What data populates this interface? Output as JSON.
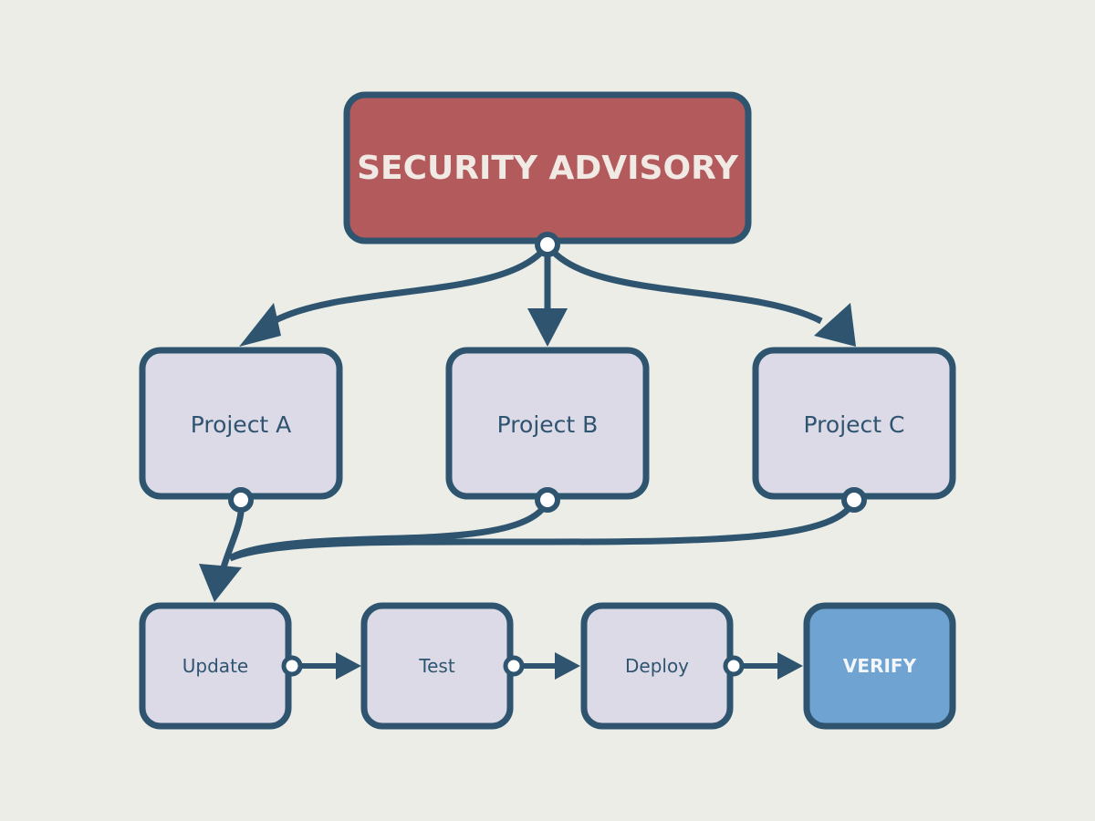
{
  "colors": {
    "background": "#ebede6",
    "stroke": "#2e5470",
    "advisory_fill": "#b35a5c",
    "advisory_text": "#f1e9e4",
    "project_fill": "#dddae8",
    "verify_fill": "#6fa3d1",
    "verify_text": "#f3f6fa"
  },
  "advisory": {
    "label": "SECURITY ADVISORY"
  },
  "projects": [
    {
      "label": "Project A"
    },
    {
      "label": "Project B"
    },
    {
      "label": "Project C"
    }
  ],
  "pipeline": [
    {
      "label": "Update"
    },
    {
      "label": "Test"
    },
    {
      "label": "Deploy"
    },
    {
      "label": "VERIFY"
    }
  ]
}
